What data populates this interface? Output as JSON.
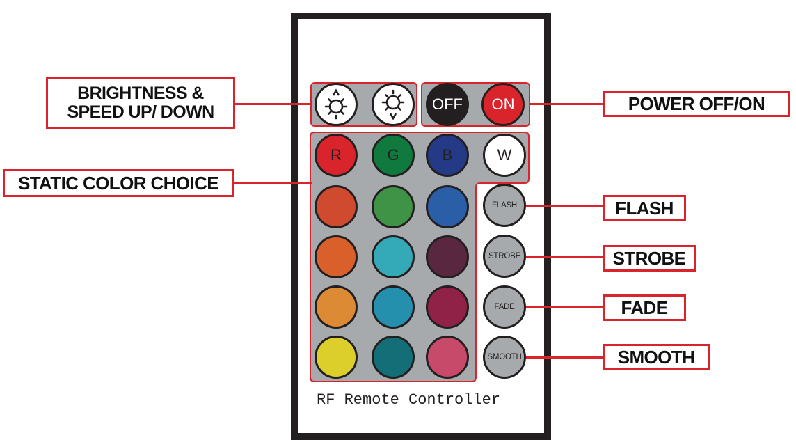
{
  "remote": {
    "caption": "RF Remote Controller",
    "power_buttons": [
      {
        "label": "OFF",
        "color": "#231f20",
        "text_color": "#ffffff"
      },
      {
        "label": "ON",
        "color": "#d8242a",
        "text_color": "#ffffff"
      }
    ],
    "brightness_buttons": [
      {
        "icon": "brightness-up-icon"
      },
      {
        "icon": "brightness-down-icon"
      }
    ],
    "color_rows": [
      [
        {
          "label": "R",
          "color": "#d8242a"
        },
        {
          "label": "G",
          "color": "#107a3e"
        },
        {
          "label": "B",
          "color": "#253a86"
        },
        {
          "label": "W",
          "color": "#ffffff"
        }
      ],
      [
        {
          "color": "#d04a30"
        },
        {
          "color": "#3f9346"
        },
        {
          "color": "#2a5fa8"
        }
      ],
      [
        {
          "color": "#d9602a"
        },
        {
          "color": "#34a9b8"
        },
        {
          "color": "#5a2740"
        }
      ],
      [
        {
          "color": "#dd8a34"
        },
        {
          "color": "#2590ad"
        },
        {
          "color": "#902248"
        }
      ],
      [
        {
          "color": "#dccf2c"
        },
        {
          "color": "#136e78"
        },
        {
          "color": "#c74a6a"
        }
      ]
    ],
    "mode_buttons": [
      "FLASH",
      "STROBE",
      "FADE",
      "SMOOTH"
    ]
  },
  "callouts": {
    "brightness_line1": "BRIGHTNESS &",
    "brightness_line2": "SPEED UP/ DOWN",
    "power": "POWER OFF/ON",
    "static_color": "STATIC COLOR CHOICE",
    "flash": "FLASH",
    "strobe": "STROBE",
    "fade": "FADE",
    "smooth": "SMOOTH"
  },
  "colors": {
    "accent": "#d8242a",
    "panel": "#a6aaad",
    "frame": "#231f20"
  }
}
